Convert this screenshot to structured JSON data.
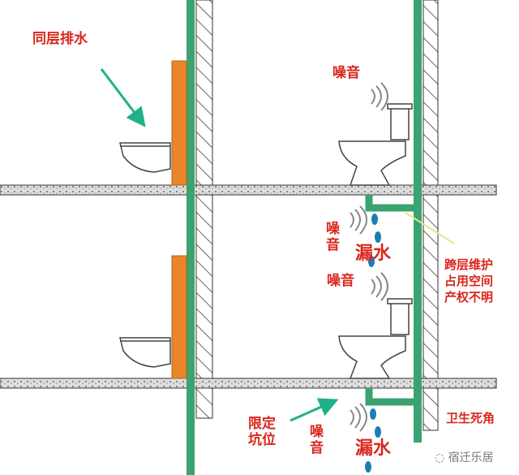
{
  "labels": {
    "same_floor_drainage": "同层排水",
    "noise_top": "噪音",
    "noise_mid_vertical": "噪音",
    "leak_mid": "漏水",
    "noise_mid": "噪音",
    "cross_floor_1": "跨层维护",
    "cross_floor_2": "占用空间",
    "cross_floor_3": "产权不明",
    "hygiene_corner": "卫生死角",
    "fixed_pit": "限定坑位",
    "noise_bottom": "噪音",
    "leak_bottom": "漏水"
  },
  "watermark": "宿迁乐居",
  "colors": {
    "pipe": "#3aa36f",
    "panel": "#e8862a",
    "text": "#d9261c",
    "arrow": "#1fb08a",
    "drop": "#1a7fb0"
  }
}
